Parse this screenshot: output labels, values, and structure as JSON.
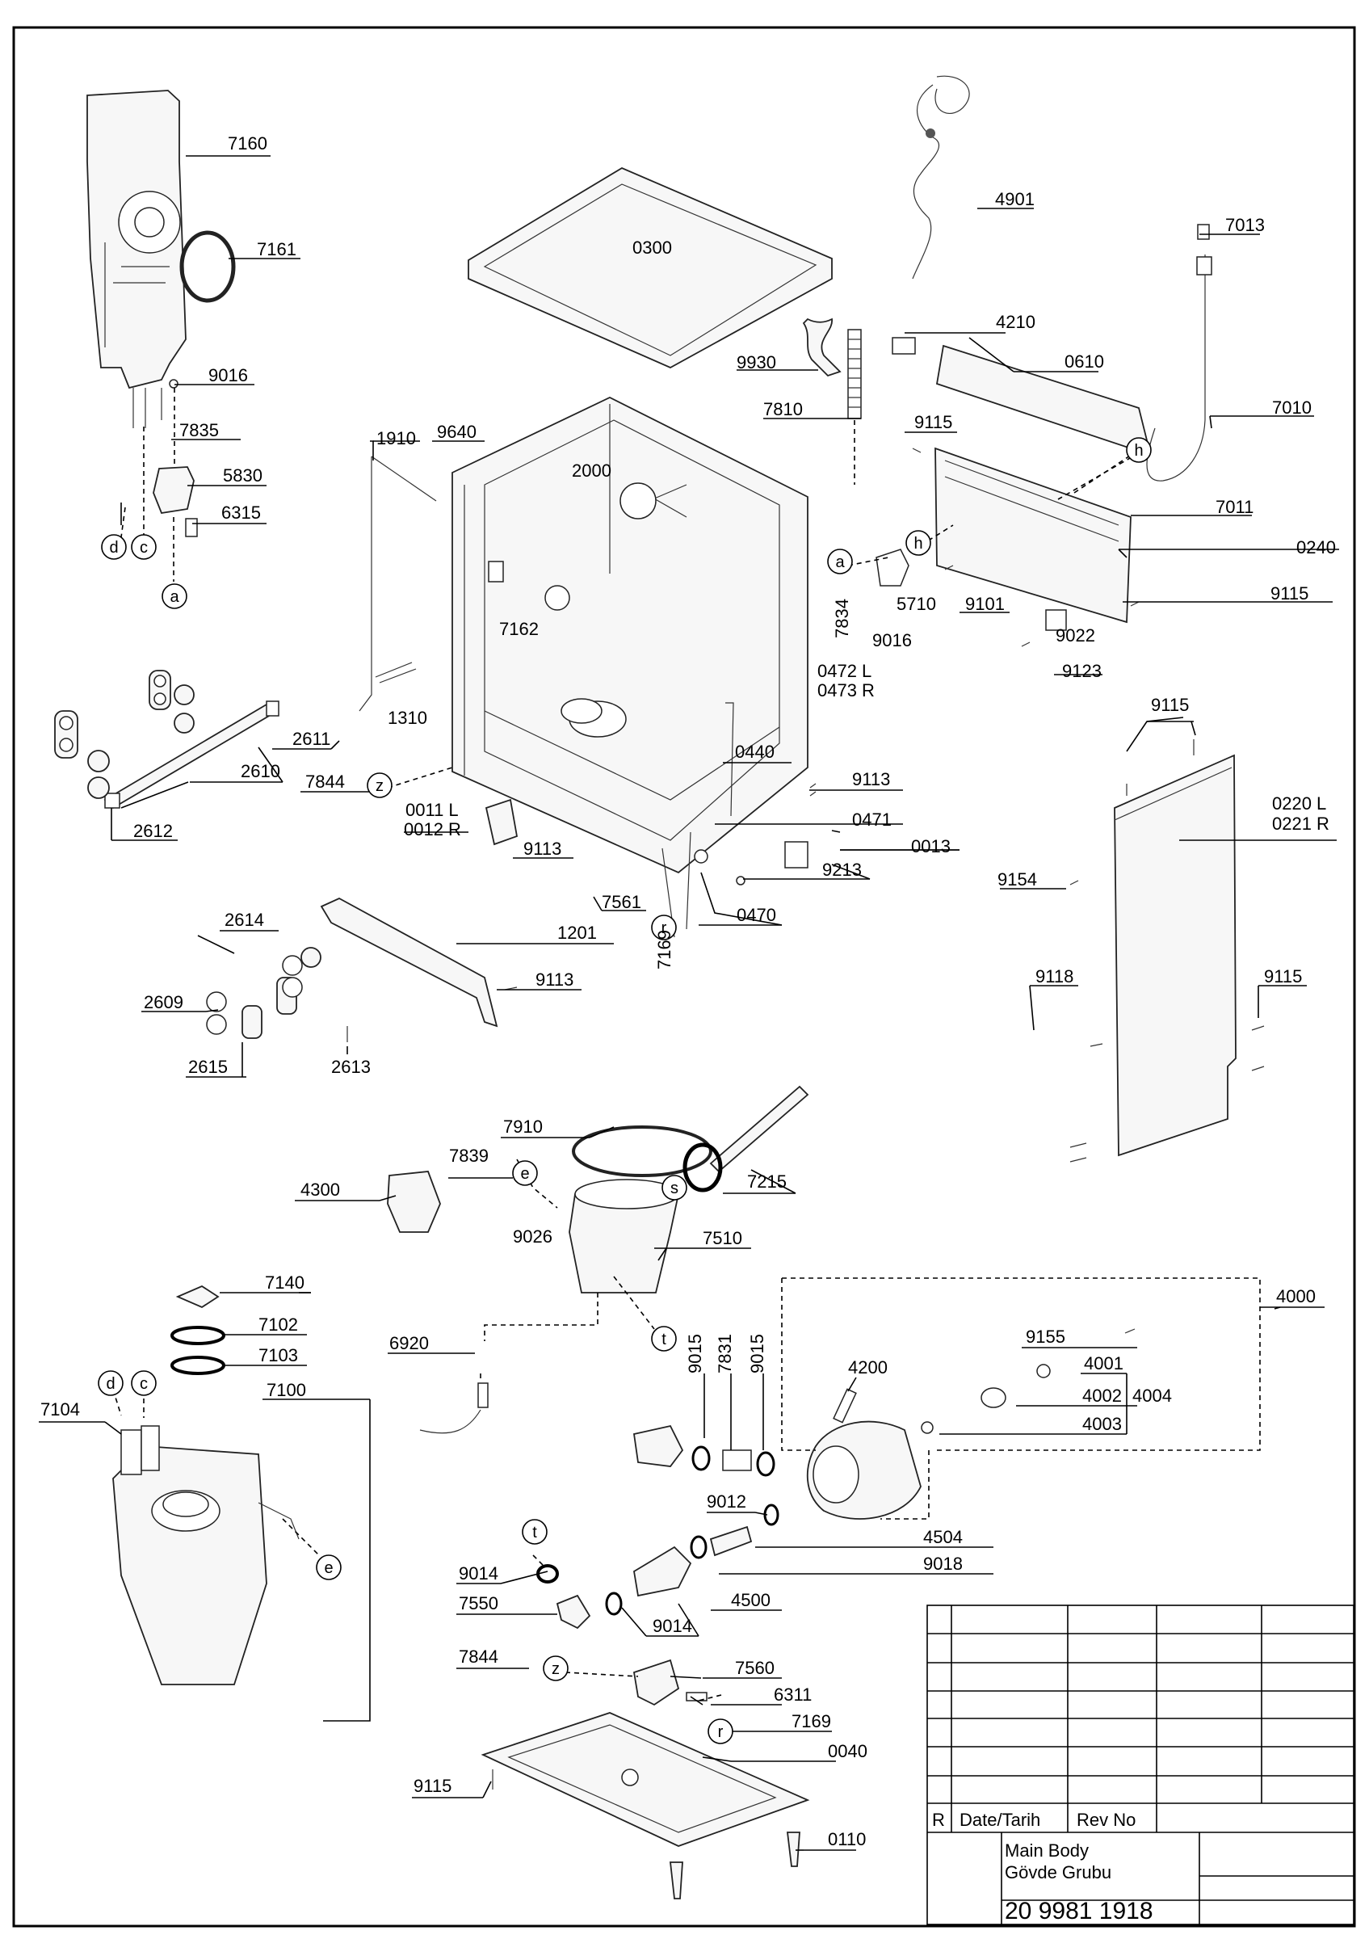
{
  "title_block": {
    "r_label": "R",
    "date_label": "Date/Tarih",
    "rev_label": "Rev No",
    "name_en": "Main Body",
    "name_tr": "Gövde Grubu",
    "drawing_number": "20 9981 1918"
  },
  "labels": [
    {
      "id": "7160",
      "text": "7160"
    },
    {
      "id": "7161",
      "text": "7161"
    },
    {
      "id": "9016a",
      "text": "9016"
    },
    {
      "id": "7835",
      "text": "7835"
    },
    {
      "id": "5830",
      "text": "5830"
    },
    {
      "id": "6315",
      "text": "6315"
    },
    {
      "id": "0300",
      "text": "0300"
    },
    {
      "id": "4901",
      "text": "4901"
    },
    {
      "id": "7013",
      "text": "7013"
    },
    {
      "id": "4210",
      "text": "4210"
    },
    {
      "id": "0610",
      "text": "0610"
    },
    {
      "id": "9930",
      "text": "9930"
    },
    {
      "id": "7810",
      "text": "7810"
    },
    {
      "id": "7010",
      "text": "7010"
    },
    {
      "id": "9115a",
      "text": "9115"
    },
    {
      "id": "1910",
      "text": "1910"
    },
    {
      "id": "9640",
      "text": "9640"
    },
    {
      "id": "2000",
      "text": "2000"
    },
    {
      "id": "7011",
      "text": "7011"
    },
    {
      "id": "0240",
      "text": "0240"
    },
    {
      "id": "5710",
      "text": "5710"
    },
    {
      "id": "9101",
      "text": "9101"
    },
    {
      "id": "9115b",
      "text": "9115"
    },
    {
      "id": "7162",
      "text": "7162"
    },
    {
      "id": "7834",
      "text": "7834"
    },
    {
      "id": "9016b",
      "text": "9016"
    },
    {
      "id": "9022",
      "text": "9022"
    },
    {
      "id": "9123",
      "text": "9123"
    },
    {
      "id": "0472",
      "text": "0472 L"
    },
    {
      "id": "0473",
      "text": "0473 R"
    },
    {
      "id": "1310",
      "text": "1310"
    },
    {
      "id": "9115c",
      "text": "9115"
    },
    {
      "id": "2611",
      "text": "2611"
    },
    {
      "id": "2610",
      "text": "2610"
    },
    {
      "id": "0440",
      "text": "0440"
    },
    {
      "id": "9113a",
      "text": "9113"
    },
    {
      "id": "7844a",
      "text": "7844"
    },
    {
      "id": "0220",
      "text": "0220 L"
    },
    {
      "id": "0221",
      "text": "0221 R"
    },
    {
      "id": "2612",
      "text": "2612"
    },
    {
      "id": "0011",
      "text": "0011 L"
    },
    {
      "id": "0012",
      "text": "0012 R"
    },
    {
      "id": "0471",
      "text": "0471"
    },
    {
      "id": "9113b",
      "text": "9113"
    },
    {
      "id": "0013",
      "text": "0013"
    },
    {
      "id": "9213",
      "text": "9213"
    },
    {
      "id": "9154",
      "text": "9154"
    },
    {
      "id": "7561",
      "text": "7561"
    },
    {
      "id": "0470",
      "text": "0470"
    },
    {
      "id": "2614",
      "text": "2614"
    },
    {
      "id": "1201",
      "text": "1201"
    },
    {
      "id": "7169a",
      "text": "7169"
    },
    {
      "id": "9113c",
      "text": "9113"
    },
    {
      "id": "9118",
      "text": "9118"
    },
    {
      "id": "9115d",
      "text": "9115"
    },
    {
      "id": "2609",
      "text": "2609"
    },
    {
      "id": "2615",
      "text": "2615"
    },
    {
      "id": "2613",
      "text": "2613"
    },
    {
      "id": "7910",
      "text": "7910"
    },
    {
      "id": "7839",
      "text": "7839"
    },
    {
      "id": "7215",
      "text": "7215"
    },
    {
      "id": "4300",
      "text": "4300"
    },
    {
      "id": "9026",
      "text": "9026"
    },
    {
      "id": "7510",
      "text": "7510"
    },
    {
      "id": "7140",
      "text": "7140"
    },
    {
      "id": "4000",
      "text": "4000"
    },
    {
      "id": "7102",
      "text": "7102"
    },
    {
      "id": "7103",
      "text": "7103"
    },
    {
      "id": "6920",
      "text": "6920"
    },
    {
      "id": "9155",
      "text": "9155"
    },
    {
      "id": "7100",
      "text": "7100"
    },
    {
      "id": "9015a",
      "text": "9015"
    },
    {
      "id": "7831",
      "text": "7831"
    },
    {
      "id": "9015b",
      "text": "9015"
    },
    {
      "id": "4200",
      "text": "4200"
    },
    {
      "id": "4001",
      "text": "4001"
    },
    {
      "id": "4002",
      "text": "4002"
    },
    {
      "id": "4004",
      "text": "4004"
    },
    {
      "id": "4003",
      "text": "4003"
    },
    {
      "id": "7104",
      "text": "7104"
    },
    {
      "id": "9012",
      "text": "9012"
    },
    {
      "id": "4504",
      "text": "4504"
    },
    {
      "id": "9018",
      "text": "9018"
    },
    {
      "id": "9014a",
      "text": "9014"
    },
    {
      "id": "4500",
      "text": "4500"
    },
    {
      "id": "7550",
      "text": "7550"
    },
    {
      "id": "9014b",
      "text": "9014"
    },
    {
      "id": "7844b",
      "text": "7844"
    },
    {
      "id": "7560",
      "text": "7560"
    },
    {
      "id": "6311",
      "text": "6311"
    },
    {
      "id": "7169b",
      "text": "7169"
    },
    {
      "id": "0040",
      "text": "0040"
    },
    {
      "id": "9115e",
      "text": "9115"
    },
    {
      "id": "0110",
      "text": "0110"
    }
  ],
  "markers": [
    {
      "id": "d1",
      "text": "d"
    },
    {
      "id": "c1",
      "text": "c"
    },
    {
      "id": "a1",
      "text": "a"
    },
    {
      "id": "h1",
      "text": "h"
    },
    {
      "id": "a2",
      "text": "a"
    },
    {
      "id": "h2",
      "text": "h"
    },
    {
      "id": "z1",
      "text": "z"
    },
    {
      "id": "r1",
      "text": "r"
    },
    {
      "id": "e1",
      "text": "e"
    },
    {
      "id": "s1",
      "text": "s"
    },
    {
      "id": "t1",
      "text": "t"
    },
    {
      "id": "d2",
      "text": "d"
    },
    {
      "id": "c2",
      "text": "c"
    },
    {
      "id": "e2",
      "text": "e"
    },
    {
      "id": "t2",
      "text": "t"
    },
    {
      "id": "z2",
      "text": "z"
    },
    {
      "id": "r2",
      "text": "r"
    }
  ]
}
